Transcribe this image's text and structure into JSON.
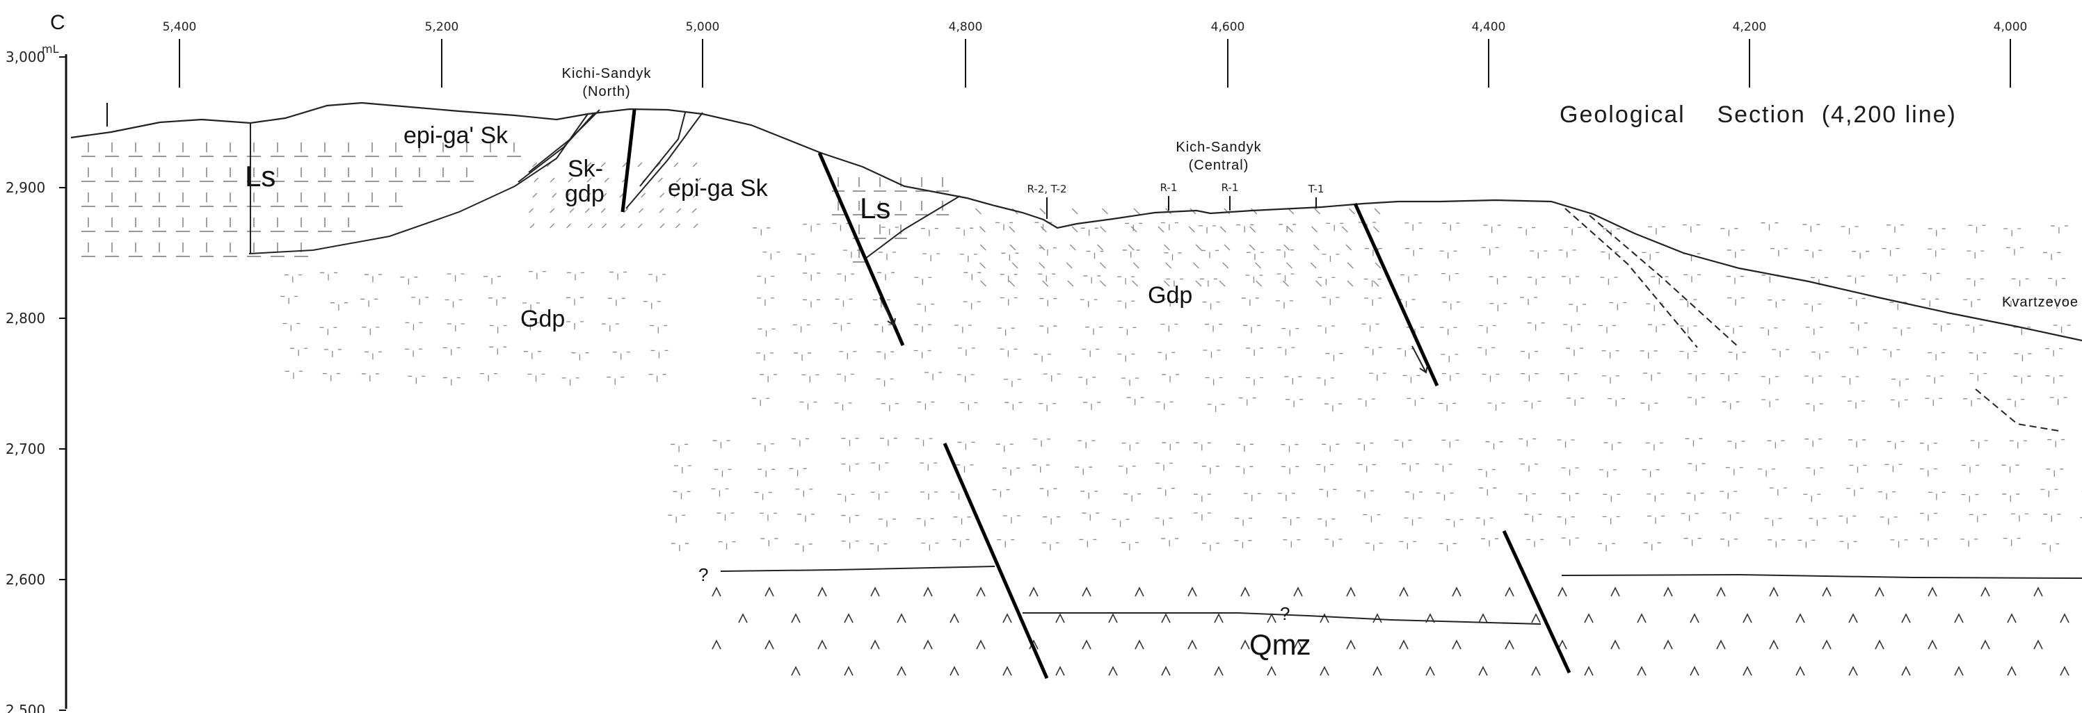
{
  "section": {
    "line_letter": "C",
    "title": "Geological    Section  (4,200 line)",
    "y_axis": {
      "unit": "mL",
      "ticks": [
        "3,000",
        "2,900",
        "2,800",
        "2,700",
        "2,600",
        "2,500"
      ]
    },
    "x_ticks": [
      "5,400",
      "5,200",
      "5,000",
      "4,800",
      "4,600",
      "4,400",
      "4,200",
      "4,000"
    ],
    "localities": {
      "north_name": "Kichi-Sandyk",
      "north_sub": "(North)",
      "central_name": "Kich-Sandyk",
      "central_sub": "(Central)",
      "east": "Kvartzevoe"
    },
    "units": {
      "ls_west": "Ls",
      "ls_east": "Ls",
      "epi_ga_sk_north": "epi-ga' Sk",
      "sk_gdp_top": "Sk-",
      "sk_gdp_bottom": "gdp",
      "epi_ga_sk": "epi-ga Sk",
      "gdp_west": "Gdp",
      "gdp_central": "Gdp",
      "qmz": "Qmz"
    },
    "surface_markers": [
      "R-2, T-2",
      "R-1",
      "R-1",
      "T-1"
    ],
    "uncertain_marks": [
      "?",
      "?"
    ]
  }
}
